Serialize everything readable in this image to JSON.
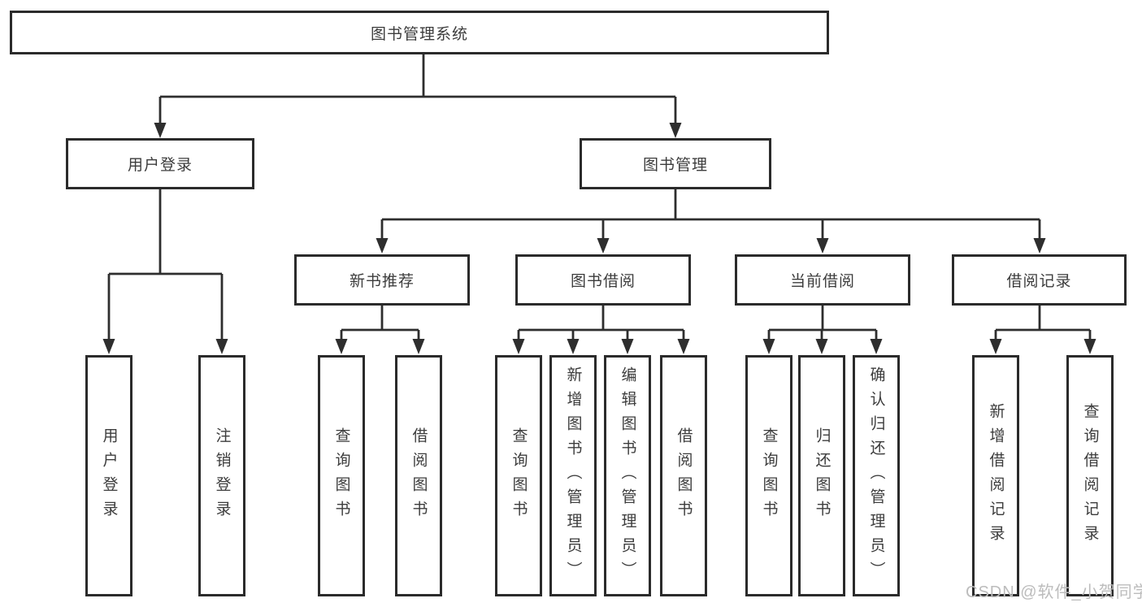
{
  "tree": {
    "root": {
      "label": "图书管理系统"
    },
    "branches": [
      {
        "label": "用户登录",
        "children": [
          {
            "label": "用户登录"
          },
          {
            "label": "注销登录"
          }
        ]
      },
      {
        "label": "图书管理",
        "sections": [
          {
            "label": "新书推荐",
            "children": [
              {
                "label": "查询图书"
              },
              {
                "label": "借阅图书"
              }
            ]
          },
          {
            "label": "图书借阅",
            "children": [
              {
                "label": "查询图书"
              },
              {
                "label": "新增图书（管理员）"
              },
              {
                "label": "编辑图书（管理员）"
              },
              {
                "label": "借阅图书"
              }
            ]
          },
          {
            "label": "当前借阅",
            "children": [
              {
                "label": "查询图书"
              },
              {
                "label": "归还图书"
              },
              {
                "label": "确认归还（管理员）"
              }
            ]
          },
          {
            "label": "借阅记录",
            "children": [
              {
                "label": "新增借阅记录"
              },
              {
                "label": "查询借阅记录"
              }
            ]
          }
        ]
      }
    ]
  },
  "watermark": {
    "text": "CSDN @软件_小贺同学"
  },
  "colors": {
    "line": "#2e2e2e",
    "box_border": "#2b2b2b",
    "text": "#3c3c3c",
    "watermark": "#bcbcbc",
    "background": "#ffffff"
  }
}
